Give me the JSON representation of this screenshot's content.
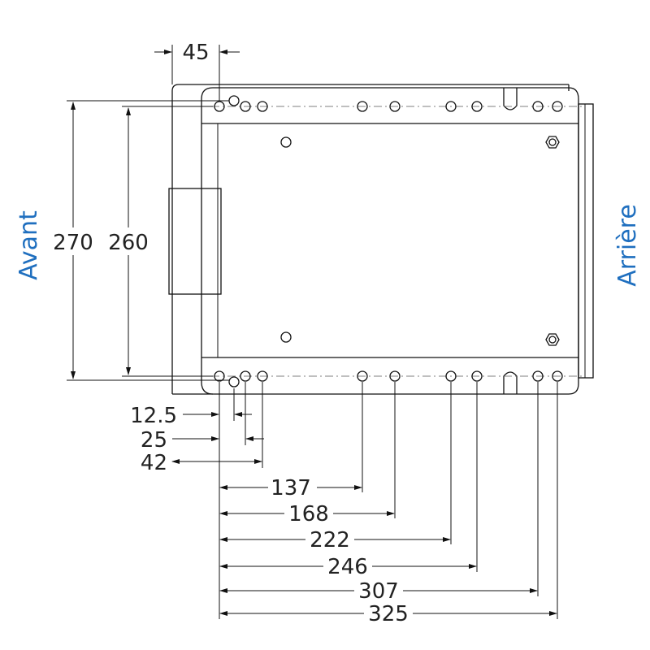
{
  "labels": {
    "front": "Avant",
    "rear": "Arrière"
  },
  "dimensions": {
    "top_offset": "45",
    "height_outer": "270",
    "height_holes": "260",
    "bottom": [
      "12.5",
      "25",
      "42",
      "137",
      "168",
      "222",
      "246",
      "307",
      "325"
    ]
  },
  "colors": {
    "label": "#1f6fbf",
    "line": "#111111"
  }
}
